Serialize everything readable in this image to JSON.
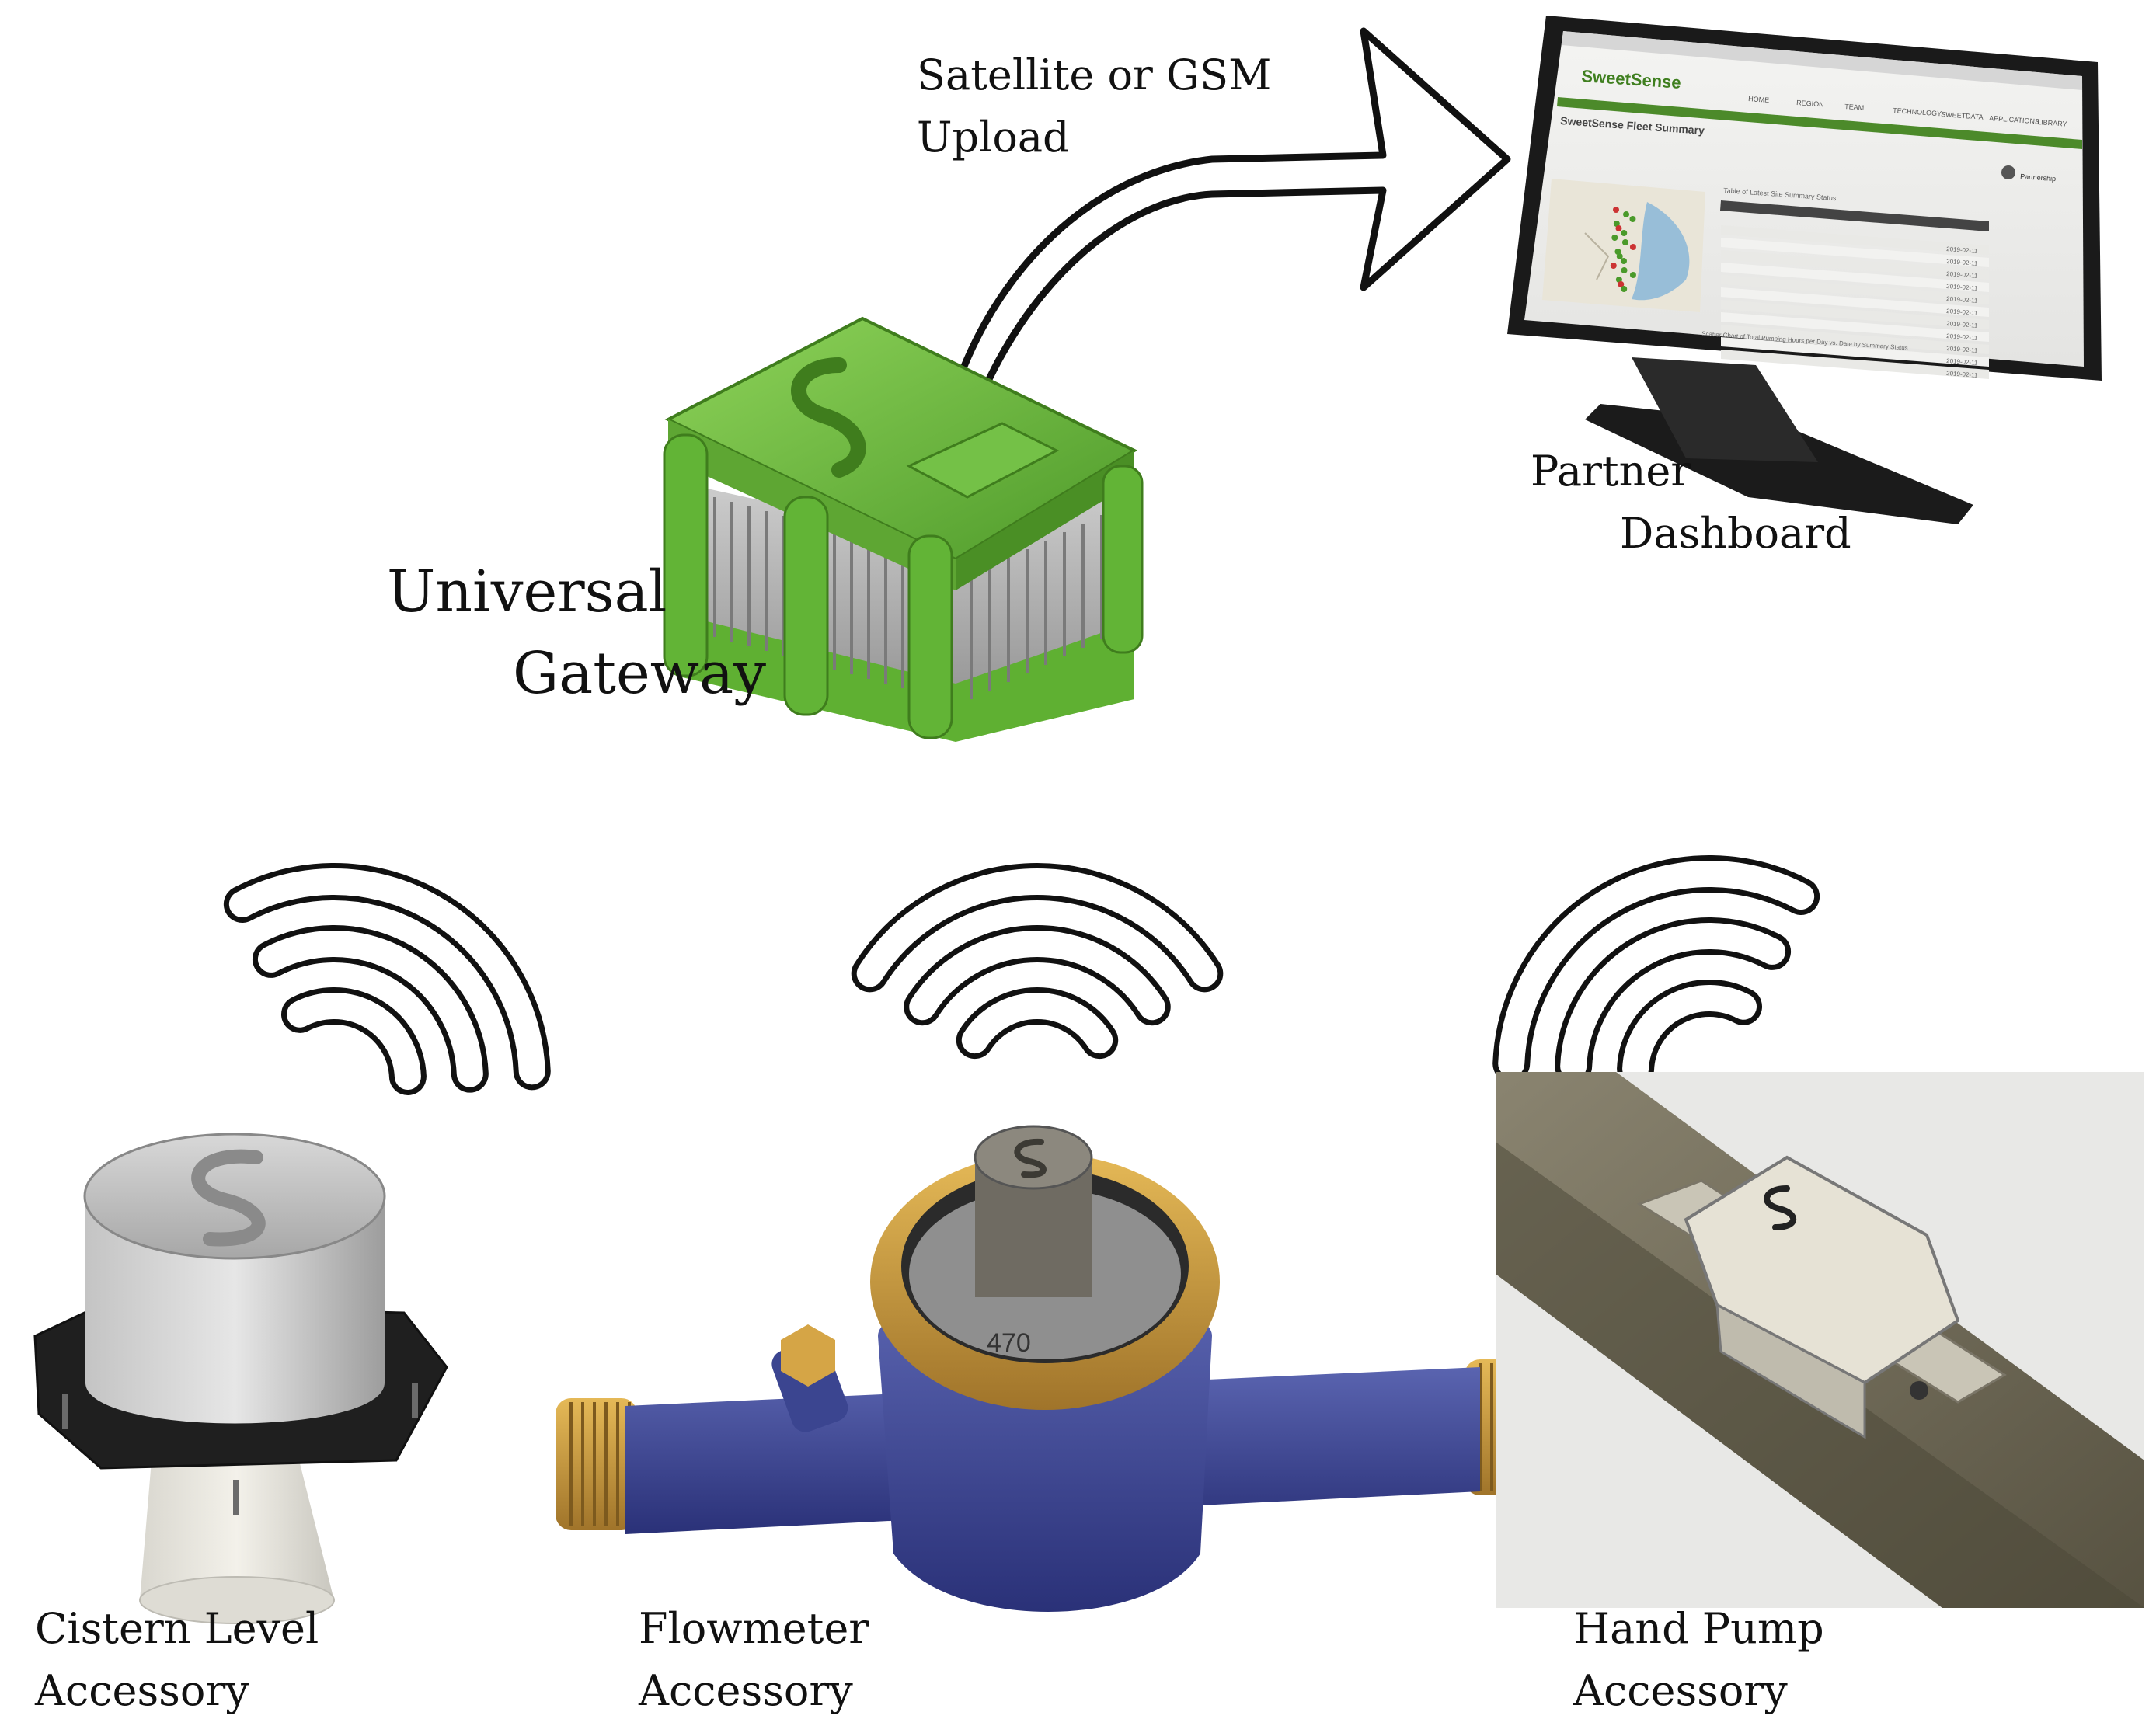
{
  "uplink": {
    "line1": "Satellite or GSM",
    "line2": "Upload"
  },
  "dashboard": {
    "line1": "Partner",
    "line2": "Dashboard",
    "screen": {
      "brand": "SweetSense",
      "nav": [
        "HOME",
        "REGION",
        "TEAM",
        "TECHNOLOGY",
        "SWEETDATA",
        "APPLICATIONS",
        "LIBRARY"
      ],
      "title": "SweetSense Fleet Summary",
      "partner": "Partnership",
      "table_title": "Table of Latest Site Summary Status",
      "chart_title": "Scatter Chart of Total Pumping Hours per Day vs. Date by Summary Status",
      "dates": [
        "2019-02-11",
        "2019-02-11",
        "2019-02-11",
        "2019-02-11",
        "2019-02-11",
        "2019-02-11",
        "2019-02-11",
        "2019-02-11",
        "2019-02-11",
        "2019-02-11",
        "2019-02-11"
      ]
    }
  },
  "gateway": {
    "line1": "Universal",
    "line2": "Gateway",
    "body_color": "#6dbd3e"
  },
  "accessories": {
    "cistern": {
      "line1": "Cistern Level",
      "line2": "Accessory"
    },
    "flowmeter": {
      "line1": "Flowmeter",
      "line2": "Accessory",
      "body_color": "#3a4390",
      "brass_color": "#c89a3c"
    },
    "handpump": {
      "line1": "Hand Pump",
      "line2": "Accessory"
    }
  }
}
